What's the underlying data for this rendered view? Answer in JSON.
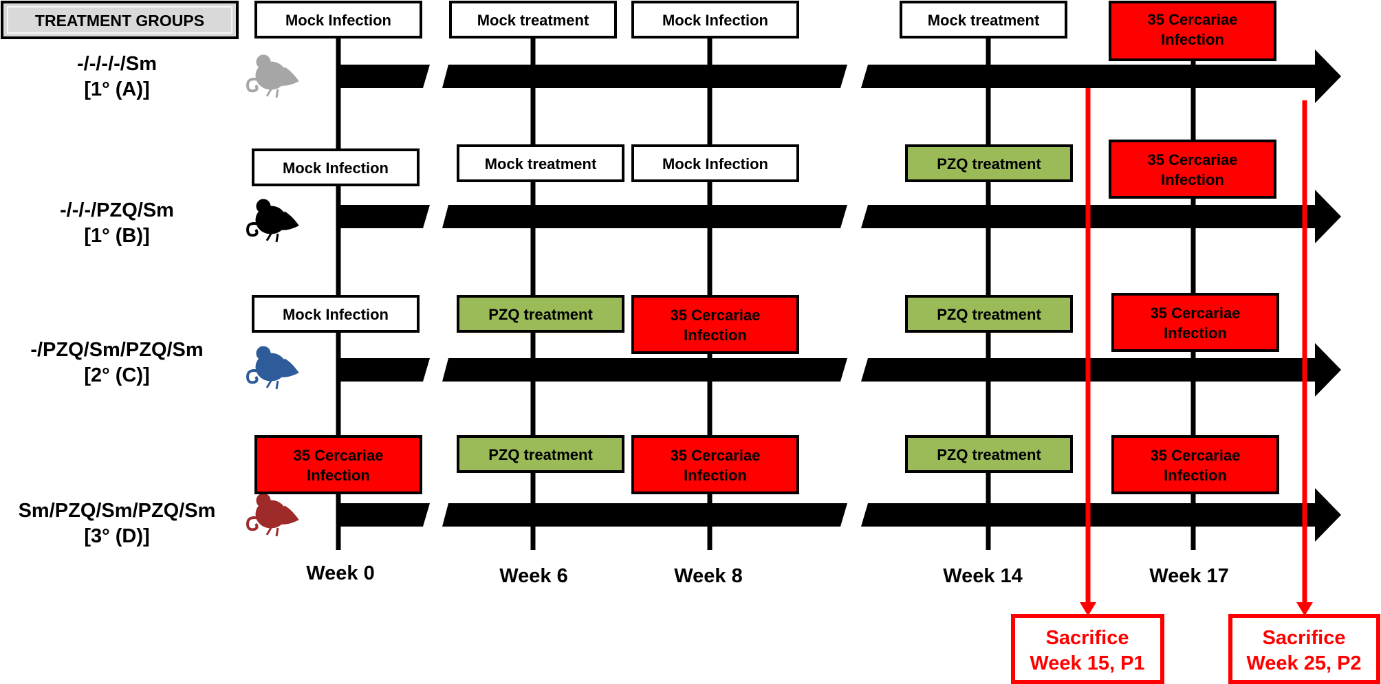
{
  "header": {
    "title": "TREATMENT GROUPS"
  },
  "groups": [
    {
      "name": "-/-/-/-/Sm",
      "code": "[1° (A)]",
      "mouse_color": "#a6a6a6"
    },
    {
      "name": "-/-/-/PZQ/Sm",
      "code": "[1° (B)]",
      "mouse_color": "#000000"
    },
    {
      "name": "-/PZQ/Sm/PZQ/Sm",
      "code": "[2° (C)]",
      "mouse_color": "#2e5c9a"
    },
    {
      "name": "Sm/PZQ/Sm/PZQ/Sm",
      "code": "[3° (D)]",
      "mouse_color": "#9e2a2a"
    }
  ],
  "weeks": [
    "Week 0",
    "Week 6",
    "Week 8",
    "Week 14",
    "Week 17"
  ],
  "events": {
    "mock_infection": "Mock Infection",
    "mock_treatment": "Mock treatment",
    "pzq_treatment": "PZQ treatment",
    "cercariae_line1": "35 Cercariae",
    "cercariae_line2": "Infection"
  },
  "sacrifice": [
    {
      "line1": "Sacrifice",
      "line2": "Week 15, P1"
    },
    {
      "line1": "Sacrifice",
      "line2": "Week 25, P2"
    }
  ],
  "colors": {
    "red": "#ff0000",
    "green": "#9bbb59",
    "header_gray": "#d9d9d9",
    "timeline": "#000000"
  }
}
